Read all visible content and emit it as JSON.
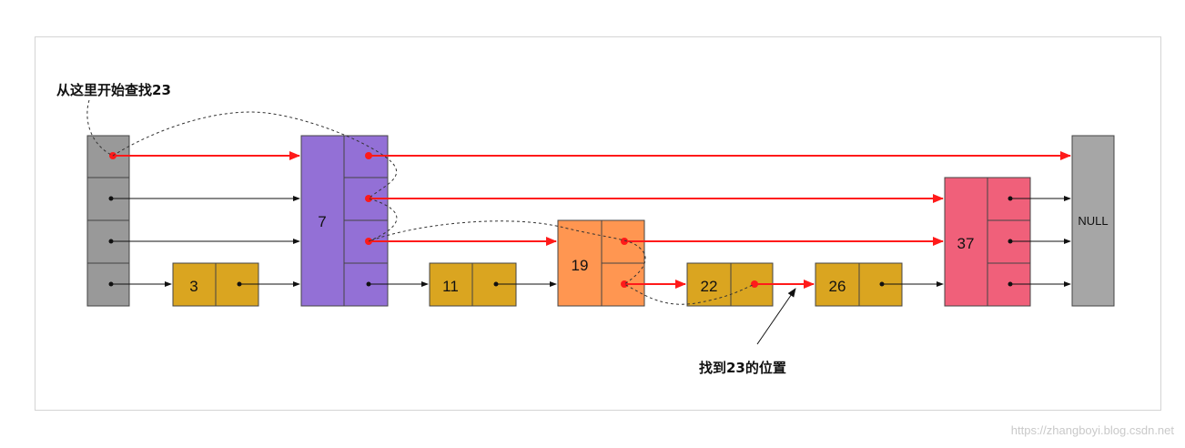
{
  "annotations": {
    "start": "从这里开始查找23",
    "found": "找到23的位置"
  },
  "nodes": {
    "head": "",
    "n3": "3",
    "n7": "7",
    "n11": "11",
    "n19": "19",
    "n22": "22",
    "n26": "26",
    "n37": "37",
    "null": "NULL"
  },
  "watermark": "https://zhangboyi.blog.csdn.net",
  "colors": {
    "head": "#999999",
    "node_3_11_22_26": "#DAA520",
    "node_7": "#9370D6",
    "node_19": "#FF9651",
    "node_37": "#F0607A",
    "null": "#A6A6A6",
    "search_path": "#FF1A1A",
    "pointer": "#111111",
    "dashed_trail": "#333333"
  }
}
